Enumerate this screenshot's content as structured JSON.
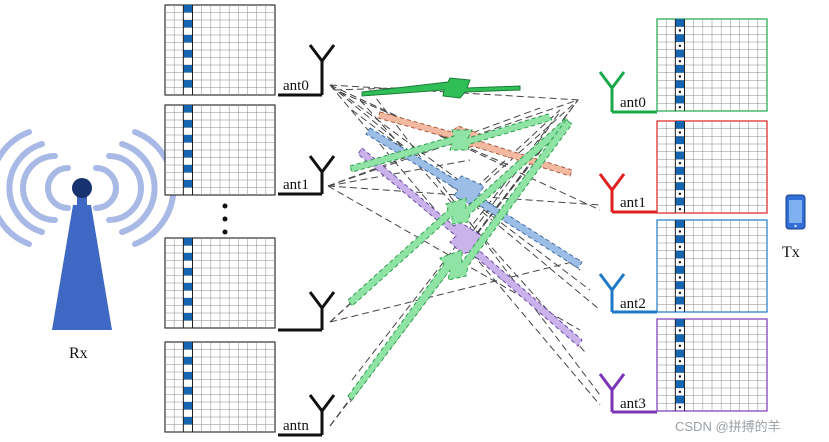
{
  "receiver": {
    "label": "Rx",
    "antennas": [
      "ant0",
      "ant1",
      "antn"
    ],
    "ellipsis": "⋮"
  },
  "transmitter": {
    "label": "Tx",
    "antennas": [
      {
        "label": "ant0",
        "color": "#19a84a"
      },
      {
        "label": "ant1",
        "color": "#e02020"
      },
      {
        "label": "ant2",
        "color": "#1f78c8"
      },
      {
        "label": "ant3",
        "color": "#7a35b8"
      }
    ]
  },
  "colors": {
    "tower": "#3f67c4",
    "waves": "#a9b9e6",
    "grid_lines": "#8a8a8a",
    "pilot_blue": "#1565b0",
    "ray_dashed": "#444444",
    "path_green": "#2fbf56",
    "path_salmon": "#f2b9a0",
    "path_blue": "#9cbde6",
    "path_purple": "#c9b3ea"
  },
  "watermark": "CSDN @拼搏的羊"
}
